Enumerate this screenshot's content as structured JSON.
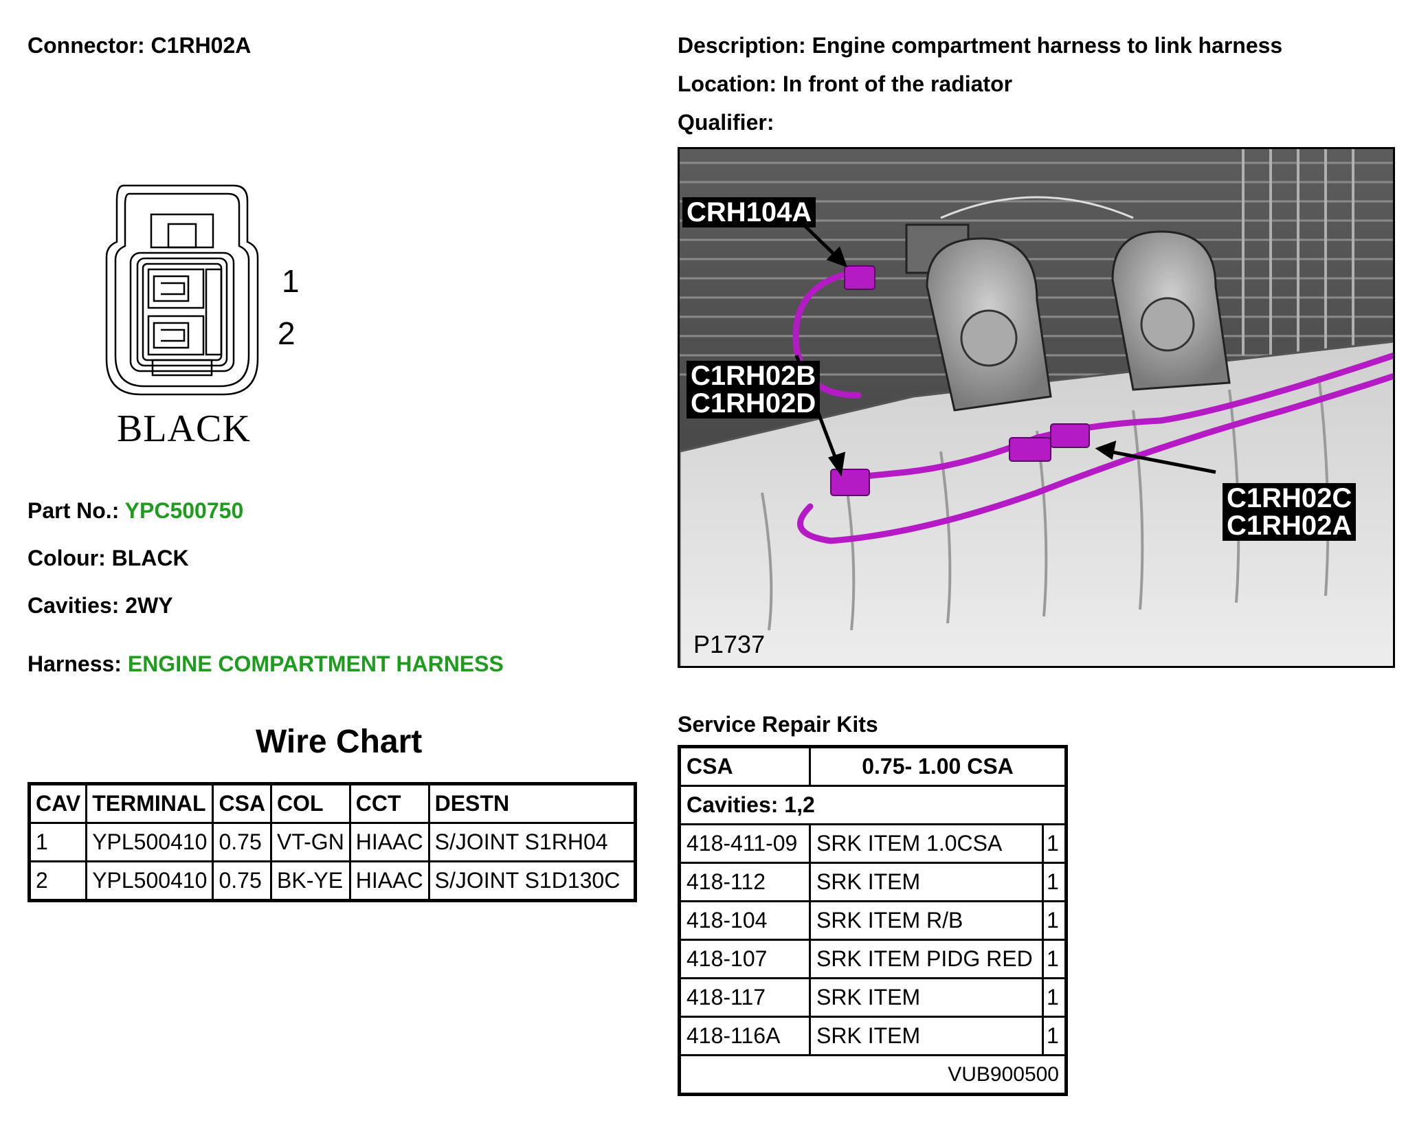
{
  "connector": {
    "label": "Connector:",
    "value": "C1RH02A",
    "pins": [
      "1",
      "2"
    ],
    "colour_text": "BLACK"
  },
  "description": {
    "label": "Description:",
    "value": "Engine compartment harness to link harness"
  },
  "location": {
    "label": "Location:",
    "value": "In front of the radiator"
  },
  "qualifier": {
    "label": "Qualifier:",
    "value": ""
  },
  "photo": {
    "callouts": [
      "CRH104A",
      "C1RH02B\nC1RH02D",
      "C1RH02C\nC1RH02A"
    ],
    "code": "P1737"
  },
  "part": {
    "label": "Part No.:",
    "value": "YPC500750"
  },
  "colour": {
    "label": "Colour:",
    "value": "BLACK"
  },
  "cavities": {
    "label": "Cavities:",
    "value": "2WY"
  },
  "harness": {
    "label": "Harness:",
    "value": "ENGINE COMPARTMENT HARNESS"
  },
  "wire_chart": {
    "title": "Wire Chart",
    "headers": [
      "CAV",
      "TERMINAL",
      "CSA",
      "COL",
      "CCT",
      "DESTN"
    ],
    "rows": [
      [
        "1",
        "YPL500410",
        "0.75",
        "VT-GN",
        "HIAAC",
        "S/JOINT S1RH04"
      ],
      [
        "2",
        "YPL500410",
        "0.75",
        "BK-YE",
        "HIAAC",
        "S/JOINT S1D130C"
      ]
    ]
  },
  "srk": {
    "title": "Service Repair Kits",
    "csa_label": "CSA",
    "csa_value": "0.75- 1.00 CSA",
    "cavities_text": "Cavities: 1,2",
    "rows": [
      [
        "418-411-09",
        "SRK ITEM 1.0CSA",
        "1"
      ],
      [
        "418-112",
        "SRK ITEM",
        "1"
      ],
      [
        "418-104",
        "SRK ITEM R/B",
        "1"
      ],
      [
        "418-107",
        "SRK ITEM PIDG RED",
        "1"
      ],
      [
        "418-117",
        "SRK ITEM",
        "1"
      ],
      [
        "418-116A",
        "SRK ITEM",
        "1"
      ]
    ],
    "footer": "VUB900500"
  },
  "colors": {
    "green": "#1e9c1e",
    "magenta": "#b51bc4"
  }
}
